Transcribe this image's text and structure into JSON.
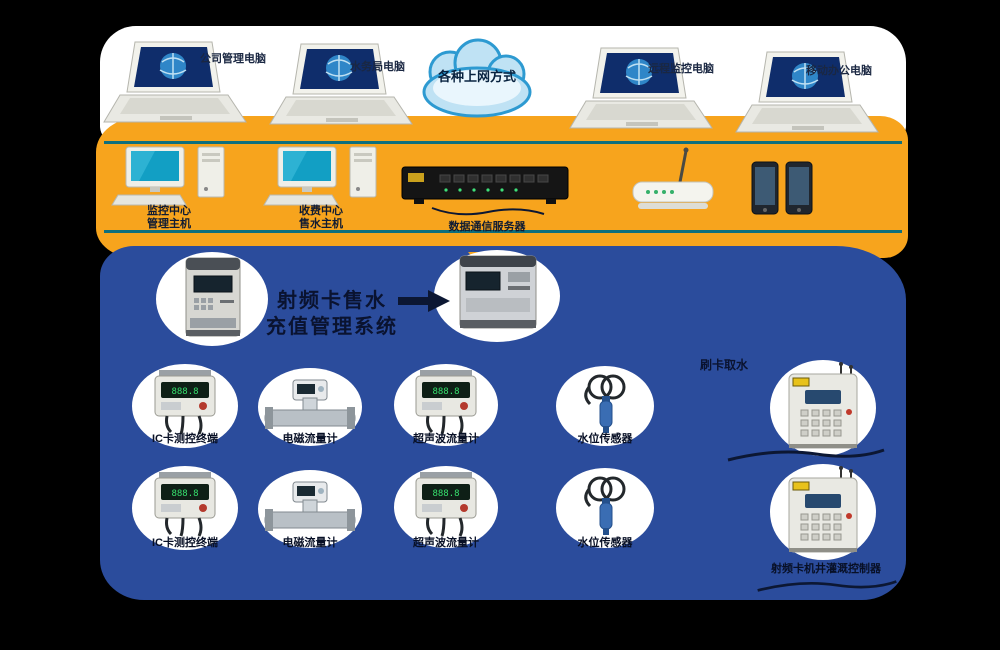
{
  "colors": {
    "band_orange": "#F7A41D",
    "panel_blue": "#2B4C9C",
    "bus_teal": "#0E6F7D",
    "cloud_blue": "#2D9AD1",
    "white_backdrop": "#FFFFFF"
  },
  "icons": {
    "laptop": "laptop-icon",
    "cloud": "cloud-icon",
    "desktop": "desktop-computer-icon",
    "server_rack": "server-rack-icon",
    "router": "wireless-router-icon",
    "smartphones": "smartphone-pair-icon",
    "vending_machine": "water-vending-machine-icon",
    "recharge_machine": "recharge-machine-icon",
    "flow_meter": "flow-meter-icon",
    "pipe_flow_meter": "pipe-flow-meter-icon",
    "level_sensor": "level-sensor-icon",
    "controller_cabinet": "well-controller-cabinet-icon",
    "arrow_right": "arrow-right-icon",
    "swoosh": "swoosh-line"
  },
  "diagram": {
    "cloud_label": "各种上网方式",
    "top_terminals": [
      {
        "label": "公司管理电脑"
      },
      {
        "label": "水务局电脑"
      },
      {
        "label": "远程监控电脑"
      },
      {
        "label": "移动办公电脑"
      }
    ],
    "middle": {
      "station1_line1": "监控中心",
      "station1_line2": "管理主机",
      "station2_line1": "收费中心",
      "station2_line2": "售水主机",
      "server_label": "数据通信服务器"
    },
    "vending": {
      "title_line1": "射频卡售水",
      "title_line2": "充值管理系统"
    },
    "sensor_rows": [
      {
        "items": [
          {
            "label": "IC卡测控终端"
          },
          {
            "label": "电磁流量计"
          },
          {
            "label": "超声波流量计"
          },
          {
            "label": "水位传感器"
          }
        ]
      },
      {
        "items": [
          {
            "label": "IC卡测控终端"
          },
          {
            "label": "电磁流量计"
          },
          {
            "label": "超声波流量计"
          },
          {
            "label": "水位传感器"
          }
        ]
      }
    ],
    "right_column": {
      "tag": "刷卡取水",
      "cabinet_label": "射频卡机井灌溉控制器"
    }
  }
}
